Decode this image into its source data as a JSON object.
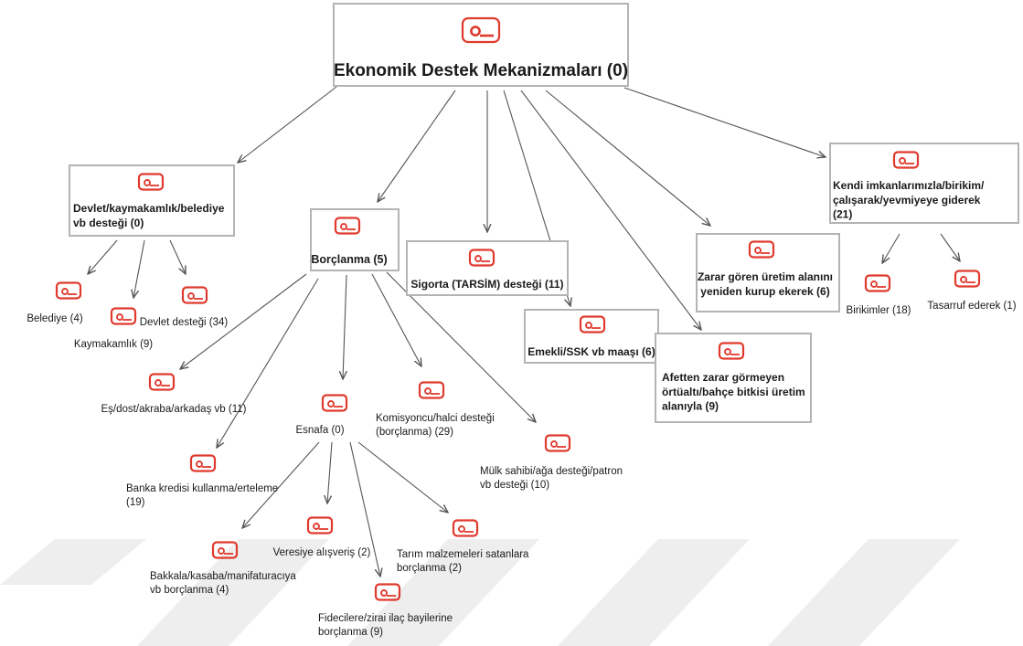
{
  "diagram": {
    "nodes": [
      {
        "id": "root",
        "lines": [
          "Ekonomik Destek Mekanizmaları (0)"
        ]
      },
      {
        "id": "devlet",
        "lines": [
          "Devlet/kaymakamlık/belediye",
          "vb desteği (0)"
        ]
      },
      {
        "id": "borc",
        "lines": [
          "Borçlanma (5)"
        ]
      },
      {
        "id": "sigorta",
        "lines": [
          "Sigorta (TARSİM) desteği (11)"
        ]
      },
      {
        "id": "emekli",
        "lines": [
          "Emekli/SSK vb maaşı (6)"
        ]
      },
      {
        "id": "afet",
        "lines": [
          "Afetten zarar görmeyen",
          "örtüaltı/bahçe bitkisi üretim",
          "alanıyla (9)"
        ]
      },
      {
        "id": "zarar",
        "lines": [
          "Zarar gören üretim alanını",
          "yeniden kurup ekerek (6)"
        ]
      },
      {
        "id": "kendi",
        "lines": [
          "Kendi imkanlarımızla/birikim/",
          "çalışarak/yevmiyeye giderek",
          "(21)"
        ]
      },
      {
        "id": "belediye",
        "lines": [
          "Belediye (4)"
        ]
      },
      {
        "id": "kaymakam",
        "lines": [
          "Kaymakamlık (9)"
        ]
      },
      {
        "id": "devletd",
        "lines": [
          "Devlet desteği (34)"
        ]
      },
      {
        "id": "esdost",
        "lines": [
          "Eş/dost/akraba/arkadaş vb (11)"
        ]
      },
      {
        "id": "banka",
        "lines": [
          "Banka kredisi kullanma/erteleme",
          "(19)"
        ]
      },
      {
        "id": "esnafa",
        "lines": [
          "Esnafa (0)"
        ]
      },
      {
        "id": "komisyon",
        "lines": [
          "Komisyoncu/halci desteği",
          "(borçlanma) (29)"
        ]
      },
      {
        "id": "mulk",
        "lines": [
          "Mülk sahibi/ağa desteği/patron",
          "vb desteği (10)"
        ]
      },
      {
        "id": "bakkal",
        "lines": [
          "Bakkala/kasaba/manifaturacıya",
          "vb borçlanma  (4)"
        ]
      },
      {
        "id": "veresiye",
        "lines": [
          "Veresiye alışveriş (2)"
        ]
      },
      {
        "id": "fide",
        "lines": [
          "Fidecilere/zirai ilaç bayilerine",
          "borçlanma (9)"
        ]
      },
      {
        "id": "tarim",
        "lines": [
          "Tarım malzemeleri satanlara",
          "borçlanma (2)"
        ]
      },
      {
        "id": "birikim",
        "lines": [
          "Birikimler (18)"
        ]
      },
      {
        "id": "tasarruf",
        "lines": [
          "Tasarruf ederek (1)"
        ]
      }
    ],
    "edges": [
      [
        "root",
        "devlet"
      ],
      [
        "root",
        "borc"
      ],
      [
        "root",
        "sigorta"
      ],
      [
        "root",
        "emekli"
      ],
      [
        "root",
        "afet"
      ],
      [
        "root",
        "zarar"
      ],
      [
        "root",
        "kendi"
      ],
      [
        "devlet",
        "belediye"
      ],
      [
        "devlet",
        "kaymakam"
      ],
      [
        "devlet",
        "devletd"
      ],
      [
        "borc",
        "esdost"
      ],
      [
        "borc",
        "banka"
      ],
      [
        "borc",
        "esnafa"
      ],
      [
        "borc",
        "komisyon"
      ],
      [
        "borc",
        "mulk"
      ],
      [
        "esnafa",
        "bakkal"
      ],
      [
        "esnafa",
        "veresiye"
      ],
      [
        "esnafa",
        "fide"
      ],
      [
        "esnafa",
        "tarim"
      ],
      [
        "kendi",
        "birikim"
      ],
      [
        "kendi",
        "tasarruf"
      ]
    ]
  }
}
